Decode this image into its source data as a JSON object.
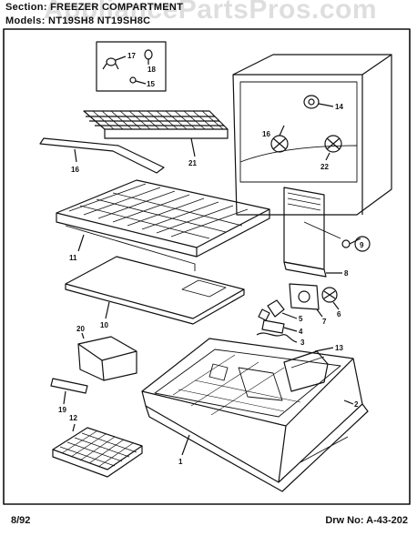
{
  "header": {
    "section_label": "Section: FREEZER COMPARTMENT",
    "models_label": "Models: NT19SH8 NT19SH8C"
  },
  "watermark": "AppliancePartsPros.com",
  "footer": {
    "date": "8/92",
    "drawing_number": "Drw  No:  A-43-202"
  },
  "callouts": [
    "1",
    "2",
    "3",
    "4",
    "5",
    "6",
    "7",
    "8",
    "9",
    "10",
    "11",
    "12",
    "13",
    "14",
    "15",
    "16",
    "16",
    "17",
    "18",
    "19",
    "20",
    "21",
    "22"
  ]
}
